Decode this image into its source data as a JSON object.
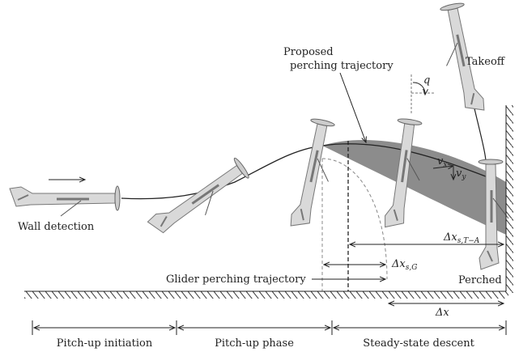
{
  "labels": {
    "wall_detection": "Wall detection",
    "proposed_line1": "Proposed",
    "proposed_line2": "perching trajectory",
    "takeoff": "Takeoff",
    "glider": "Glider perching trajectory",
    "perched": "Perched",
    "q": "q",
    "vx": "v",
    "vx_sub": "x",
    "vy": "v",
    "vy_sub": "y",
    "dx_sta": "Δx",
    "dx_sta_sub": "s,T−A",
    "dx_sg": "Δx",
    "dx_sg_sub": "s,G",
    "dx": "Δx"
  },
  "phases": [
    {
      "label": "Pitch-up initiation"
    },
    {
      "label": "Pitch-up phase"
    },
    {
      "label": "Steady-state descent"
    }
  ],
  "colors": {
    "plane": "#d9d9d9",
    "band": "#8c8c8c",
    "line": "#222222"
  }
}
